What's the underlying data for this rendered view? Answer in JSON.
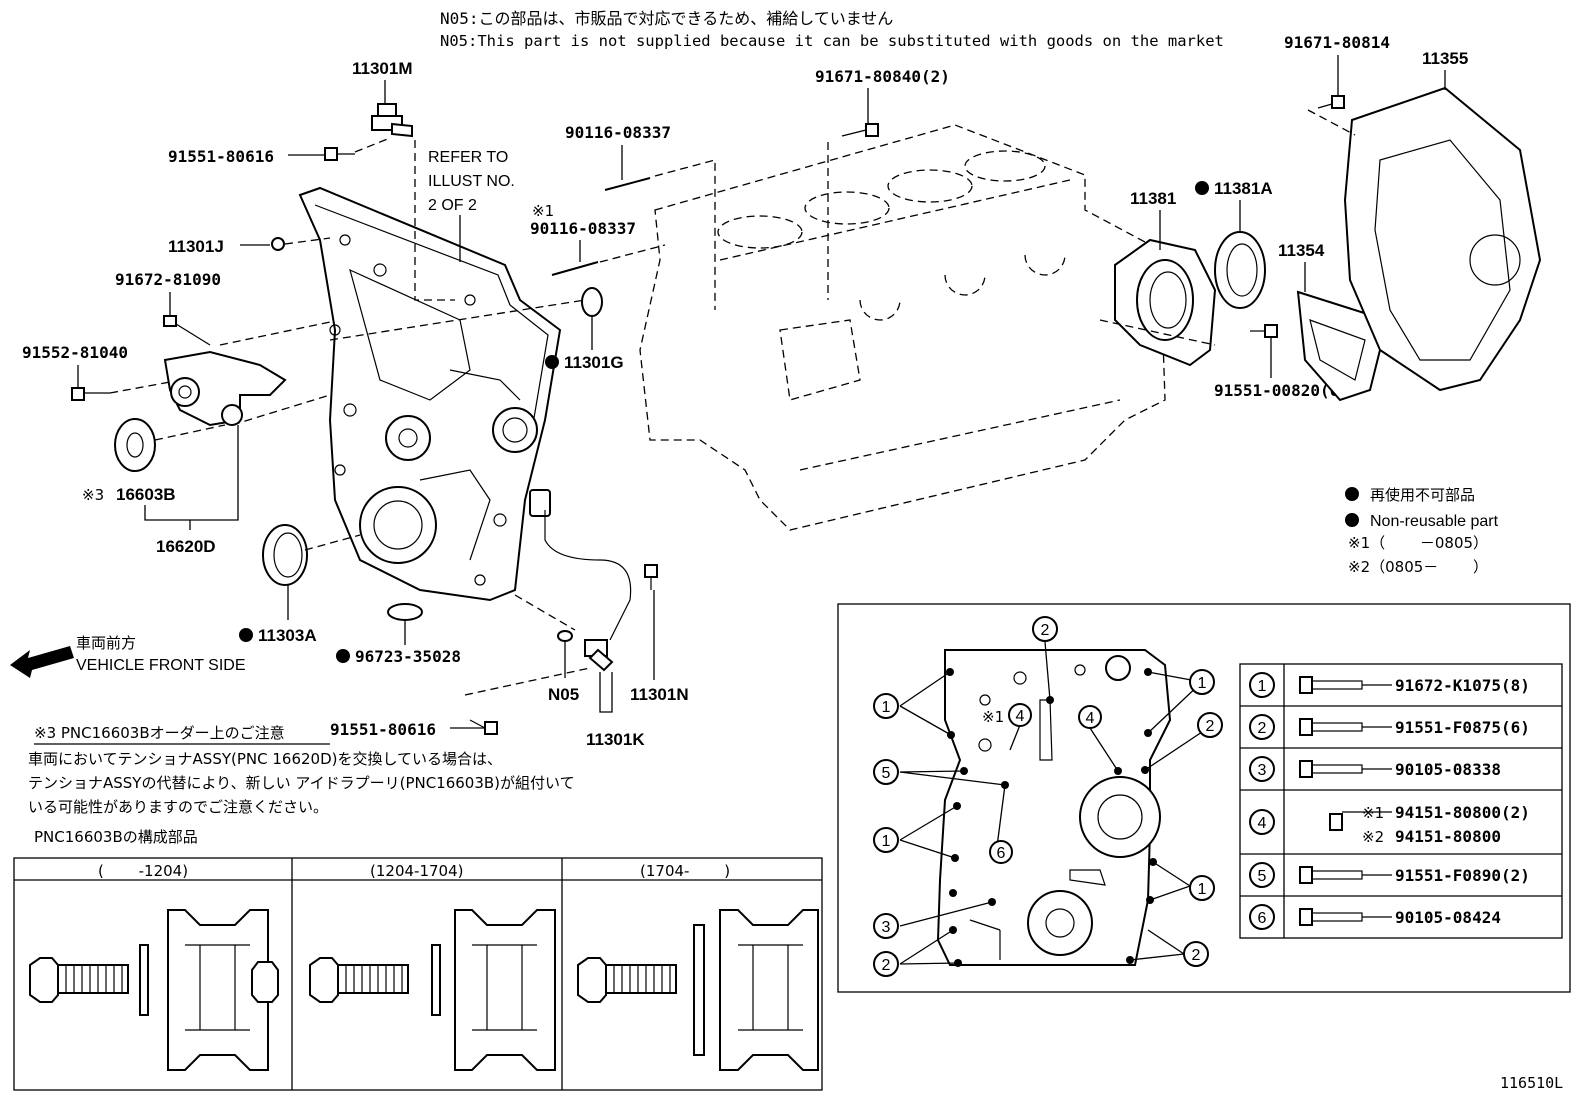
{
  "notes": {
    "n05_jp": "N05:この部品は、市販品で対応できるため、補給していません",
    "n05_en": "N05:This part is not supplied because it can be substituted with goods on the market"
  },
  "refer": {
    "line1": "REFER TO",
    "line2": "ILLUST NO.",
    "line3": "2 OF 2"
  },
  "star1_mark": "※1",
  "parts": {
    "p11301M": "11301M",
    "p91551_80616a": "91551-80616",
    "p11301J": "11301J",
    "p91672_81090": "91672-81090",
    "p91552_81040": "91552-81040",
    "p16603B": "16603B",
    "p16603B_mark": "※3",
    "p16620D": "16620D",
    "p11303A": "11303A",
    "p96723_35028": "96723-35028",
    "p90116_08337a": "90116-08337",
    "p90116_08337b": "90116-08337",
    "p11301G": "11301G",
    "p91671_80840": "91671-80840(2)",
    "p91671_80814": "91671-80814",
    "p11355": "11355",
    "p11381": "11381",
    "p11381A": "11381A",
    "p11354": "11354",
    "p91551_00820": "91551-00820(6)",
    "pN05": "N05",
    "p11301N": "11301N",
    "p11301K": "11301K",
    "p91551_80616b": "91551-80616"
  },
  "legend": {
    "nonreuse_jp": "再使用不可部品",
    "nonreuse_en": "Non-reusable part",
    "star1": "※1（　　 －0805）",
    "star2": "※2（0805－　　 ）"
  },
  "front": {
    "jp": "車両前方",
    "en": "VEHICLE FRONT SIDE"
  },
  "caution": {
    "title": "※3 PNC16603Bオーダー上のご注意",
    "line1": "車両においてテンショナASSY(PNC 16620D)を交換している場合は、",
    "line2": "テンショナASSYの代替により、新しい アイドラプーリ(PNC16603B)が組付いて",
    "line3": "いる可能性がありますのでご注意ください。",
    "composition": "PNC16603Bの構成部品"
  },
  "periods": [
    "(　　 -1204)",
    "(1204-1704)",
    "(1704-　　 )"
  ],
  "bolt_table": [
    {
      "num": "1",
      "part": "91672-K1075(8)"
    },
    {
      "num": "2",
      "part": "91551-F0875(6)"
    },
    {
      "num": "3",
      "part": "90105-08338"
    },
    {
      "num": "4",
      "part": "94151-80800(2)",
      "mark": "※1",
      "part2": "94151-80800",
      "mark2": "※2"
    },
    {
      "num": "5",
      "part": "91551-F0890(2)"
    },
    {
      "num": "6",
      "part": "90105-08424"
    }
  ],
  "cover_callouts": {
    "star1": "※1"
  },
  "figure_id": "116510L"
}
